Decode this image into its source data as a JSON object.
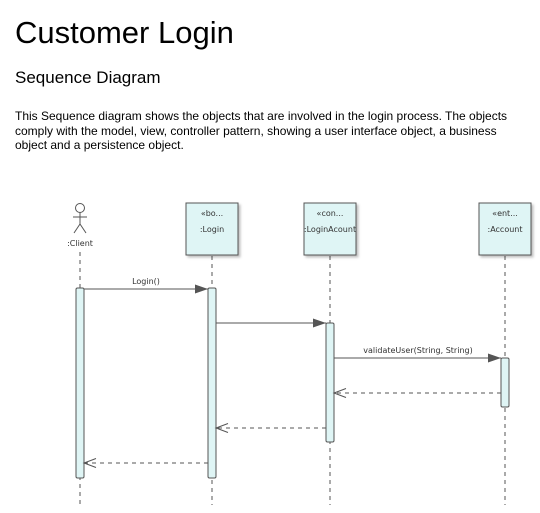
{
  "page": {
    "title": "Customer Login",
    "subtitle": "Sequence Diagram",
    "description": "This Sequence diagram shows the objects that are involved in the login process. The objects comply with the model, view, controller pattern, showing a user interface object, a business object and a persistence object."
  },
  "diagram": {
    "colors": {
      "box_fill": "#dff5f5",
      "box_stroke": "#555555",
      "activation_fill": "#dff5f5",
      "line": "#555555"
    },
    "participants": [
      {
        "id": "client",
        "kind": "actor",
        "stereotype": "",
        "name": ":Client"
      },
      {
        "id": "login",
        "kind": "object",
        "stereotype": "«bo...",
        "name": ":Login"
      },
      {
        "id": "loginacount",
        "kind": "object",
        "stereotype": "«con...",
        "name": ":LoginAcount"
      },
      {
        "id": "account",
        "kind": "object",
        "stereotype": "«ent...",
        "name": ":Account"
      }
    ],
    "messages": [
      {
        "from": "client",
        "to": "login",
        "label": "Login()",
        "kind": "sync"
      },
      {
        "from": "login",
        "to": "loginacount",
        "label": "",
        "kind": "sync"
      },
      {
        "from": "loginacount",
        "to": "account",
        "label": "validateUser(String, String)",
        "kind": "sync"
      },
      {
        "from": "account",
        "to": "loginacount",
        "label": "",
        "kind": "return"
      },
      {
        "from": "loginacount",
        "to": "login",
        "label": "",
        "kind": "return"
      },
      {
        "from": "login",
        "to": "client",
        "label": "",
        "kind": "return"
      }
    ]
  }
}
